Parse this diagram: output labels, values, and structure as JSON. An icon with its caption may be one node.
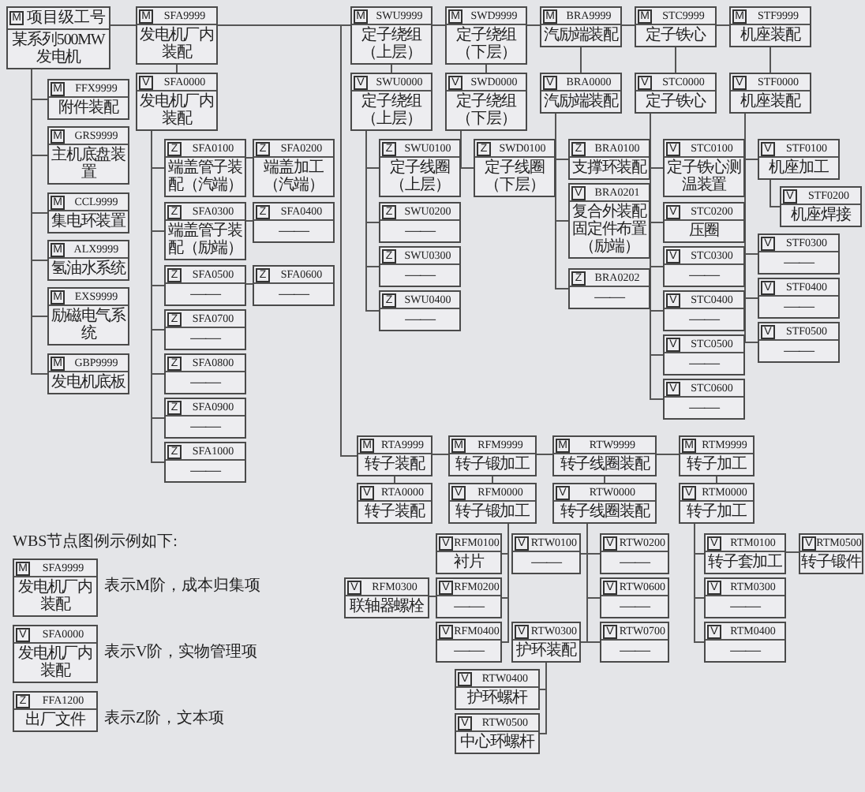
{
  "diagram": {
    "nodes": [
      {
        "text": [
          "M",
          "项目级工号",
          "某系列500MW发电机"
        ]
      },
      {
        "text": [
          "M",
          "SFA9999",
          "发电机厂内装配"
        ]
      },
      {
        "text": [
          "V",
          "SFA0000",
          "发电机厂内装配"
        ]
      },
      {
        "text": [
          "M",
          "FFX9999",
          "附件装配"
        ]
      },
      {
        "text": [
          "M",
          "GRS9999",
          "主机底盘装置"
        ]
      },
      {
        "text": [
          "M",
          "CCL9999",
          "集电环装置"
        ]
      },
      {
        "text": [
          "M",
          "ALX9999",
          "氢油水系统"
        ]
      },
      {
        "text": [
          "M",
          "EXS9999",
          "励磁电气系统"
        ]
      },
      {
        "text": [
          "M",
          "GBP9999",
          "发电机底板"
        ]
      },
      {
        "text": [
          "Z",
          "SFA0100",
          "端盖管子装配（汽端）"
        ]
      },
      {
        "text": [
          "Z",
          "SFA0200",
          "端盖加工（汽端）"
        ]
      },
      {
        "text": [
          "Z",
          "SFA0300",
          "端盖管子装配（励端）"
        ]
      },
      {
        "text": [
          "Z",
          "SFA0400",
          "——"
        ]
      },
      {
        "text": [
          "Z",
          "SFA0500",
          "——"
        ]
      },
      {
        "text": [
          "Z",
          "SFA0600",
          "——"
        ]
      },
      {
        "text": [
          "Z",
          "SFA0700",
          "——"
        ]
      },
      {
        "text": [
          "Z",
          "SFA0800",
          "——"
        ]
      },
      {
        "text": [
          "Z",
          "SFA0900",
          "——"
        ]
      },
      {
        "text": [
          "Z",
          "SFA1000",
          "——"
        ]
      },
      {
        "text": [
          "M",
          "SWU9999",
          "定子绕组（上层）"
        ]
      },
      {
        "text": [
          "V",
          "SWU0000",
          "定子绕组（上层）"
        ]
      },
      {
        "text": [
          "Z",
          "SWU0100",
          "定子线圈（上层）"
        ]
      },
      {
        "text": [
          "Z",
          "SWU0200",
          "——"
        ]
      },
      {
        "text": [
          "Z",
          "SWU0300",
          "——"
        ]
      },
      {
        "text": [
          "Z",
          "SWU0400",
          "——"
        ]
      },
      {
        "text": [
          "M",
          "SWD9999",
          "定子绕组（下层）"
        ]
      },
      {
        "text": [
          "V",
          "SWD0000",
          "定子绕组（下层）"
        ]
      },
      {
        "text": [
          "Z",
          "SWD0100",
          "定子线圈（下层）"
        ]
      },
      {
        "text": [
          "M",
          "BRA9999",
          "汽励端装配"
        ]
      },
      {
        "text": [
          "V",
          "BRA0000",
          "汽励端装配"
        ]
      },
      {
        "text": [
          "Z",
          "BRA0100",
          "支撑环装配"
        ]
      },
      {
        "text": [
          "V",
          "BRA0201",
          "复合外装配固定件布置（励端）"
        ]
      },
      {
        "text": [
          "Z",
          "BRA0202",
          "——"
        ]
      },
      {
        "text": [
          "M",
          "STC9999",
          "定子铁心"
        ]
      },
      {
        "text": [
          "V",
          "STC0000",
          "定子铁心"
        ]
      },
      {
        "text": [
          "V",
          "STC0100",
          "定子铁心测温装置"
        ]
      },
      {
        "text": [
          "V",
          "STC0200",
          "压圈"
        ]
      },
      {
        "text": [
          "V",
          "STC0300",
          "——"
        ]
      },
      {
        "text": [
          "V",
          "STC0400",
          "——"
        ]
      },
      {
        "text": [
          "V",
          "STC0500",
          "——"
        ]
      },
      {
        "text": [
          "V",
          "STC0600",
          "——"
        ]
      },
      {
        "text": [
          "M",
          "STF9999",
          "机座装配"
        ]
      },
      {
        "text": [
          "V",
          "STF0000",
          "机座装配"
        ]
      },
      {
        "text": [
          "V",
          "STF0100",
          "机座加工"
        ]
      },
      {
        "text": [
          "V",
          "STF0200",
          "机座焊接"
        ]
      },
      {
        "text": [
          "V",
          "STF0300",
          "——"
        ]
      },
      {
        "text": [
          "V",
          "STF0400",
          "——"
        ]
      },
      {
        "text": [
          "V",
          "STF0500",
          "——"
        ]
      },
      {
        "text": [
          "M",
          "RTA9999",
          "转子装配"
        ]
      },
      {
        "text": [
          "V",
          "RTA0000",
          "转子装配"
        ]
      },
      {
        "text": [
          "M",
          "RFM9999",
          "转子锻加工"
        ]
      },
      {
        "text": [
          "V",
          "RFM0000",
          "转子锻加工"
        ]
      },
      {
        "text": [
          "V",
          "RFM0100",
          "衬片"
        ]
      },
      {
        "text": [
          "V",
          "RFM0300",
          "联轴器螺栓"
        ]
      },
      {
        "text": [
          "V",
          "RFM0200",
          "——"
        ]
      },
      {
        "text": [
          "V",
          "RFM0400",
          "——"
        ]
      },
      {
        "text": [
          "M",
          "RTW9999",
          "转子线圈装配"
        ]
      },
      {
        "text": [
          "V",
          "RTW0000",
          "转子线圈装配"
        ]
      },
      {
        "text": [
          "V",
          "RTW0100",
          "——"
        ]
      },
      {
        "text": [
          "V",
          "RTW0200",
          "——"
        ]
      },
      {
        "text": [
          "V",
          "RTW0600",
          "——"
        ]
      },
      {
        "text": [
          "V",
          "RTW0300",
          "护环装配"
        ]
      },
      {
        "text": [
          "V",
          "RTW0700",
          "——"
        ]
      },
      {
        "text": [
          "V",
          "RTW0400",
          "护环螺杆"
        ]
      },
      {
        "text": [
          "V",
          "RTW0500",
          "中心环螺杆"
        ]
      },
      {
        "text": [
          "M",
          "RTM9999",
          "转子加工"
        ]
      },
      {
        "text": [
          "V",
          "RTM0000",
          "转子加工"
        ]
      },
      {
        "text": [
          "V",
          "RTM0100",
          "转子套加工"
        ]
      },
      {
        "text": [
          "V",
          "RTM0500",
          "转子锻件"
        ]
      },
      {
        "text": [
          "V",
          "RTM0300",
          "——"
        ]
      },
      {
        "text": [
          "V",
          "RTM0400",
          "——"
        ]
      },
      {
        "text": [
          "M",
          "SFA9999",
          "发电机厂内装配"
        ],
        "beside": [
          "表示M阶，成本归集项"
        ]
      },
      {
        "text": [
          "V",
          "SFA0000",
          "发电机厂内装配"
        ],
        "beside": [
          "表示V阶，实物管理项"
        ]
      },
      {
        "text": [
          "Z",
          "FFA1200",
          "出厂文件"
        ],
        "beside": [
          "表示Z阶，文本项"
        ]
      }
    ],
    "edges": [
      {
        "from": 0,
        "to": 1,
        "arrow": "none"
      },
      {
        "from": 1,
        "to": 19,
        "arrow": "none"
      },
      {
        "from": 19,
        "to": 25,
        "arrow": "none"
      },
      {
        "from": 25,
        "to": 28,
        "arrow": "none"
      },
      {
        "from": 28,
        "to": 33,
        "arrow": "none"
      },
      {
        "from": 33,
        "to": 41,
        "arrow": "none"
      },
      {
        "from": 1,
        "to": 48,
        "arrow": "none"
      },
      {
        "from": 48,
        "to": 50,
        "arrow": "none"
      },
      {
        "from": 50,
        "to": 56,
        "arrow": "none"
      },
      {
        "from": 56,
        "to": 65,
        "arrow": "none"
      },
      {
        "from": 1,
        "to": 2,
        "arrow": "none"
      },
      {
        "from": 19,
        "to": 20,
        "arrow": "none"
      },
      {
        "from": 25,
        "to": 26,
        "arrow": "none"
      },
      {
        "from": 28,
        "to": 29,
        "arrow": "none"
      },
      {
        "from": 33,
        "to": 34,
        "arrow": "none"
      },
      {
        "from": 41,
        "to": 42,
        "arrow": "none"
      },
      {
        "from": 48,
        "to": 49,
        "arrow": "none"
      },
      {
        "from": 50,
        "to": 51,
        "arrow": "none"
      },
      {
        "from": 56,
        "to": 57,
        "arrow": "none"
      },
      {
        "from": 65,
        "to": 66,
        "arrow": "none"
      },
      {
        "from": 0,
        "to": 3,
        "arrow": "none"
      },
      {
        "from": 0,
        "to": 4,
        "arrow": "none"
      },
      {
        "from": 0,
        "to": 5,
        "arrow": "none"
      },
      {
        "from": 0,
        "to": 6,
        "arrow": "none"
      },
      {
        "from": 0,
        "to": 7,
        "arrow": "none"
      },
      {
        "from": 0,
        "to": 8,
        "arrow": "none"
      },
      {
        "from": 2,
        "to": 9,
        "arrow": "none"
      },
      {
        "from": 2,
        "to": 11,
        "arrow": "none"
      },
      {
        "from": 2,
        "to": 13,
        "arrow": "none"
      },
      {
        "from": 2,
        "to": 15,
        "arrow": "none"
      },
      {
        "from": 2,
        "to": 16,
        "arrow": "none"
      },
      {
        "from": 2,
        "to": 17,
        "arrow": "none"
      },
      {
        "from": 2,
        "to": 18,
        "arrow": "none"
      },
      {
        "from": 9,
        "to": 10,
        "arrow": "none"
      },
      {
        "from": 11,
        "to": 12,
        "arrow": "none"
      },
      {
        "from": 13,
        "to": 14,
        "arrow": "none"
      },
      {
        "from": 20,
        "to": 21,
        "arrow": "none"
      },
      {
        "from": 20,
        "to": 22,
        "arrow": "none"
      },
      {
        "from": 20,
        "to": 23,
        "arrow": "none"
      },
      {
        "from": 20,
        "to": 24,
        "arrow": "none"
      },
      {
        "from": 26,
        "to": 27,
        "arrow": "none"
      },
      {
        "from": 29,
        "to": 30,
        "arrow": "none"
      },
      {
        "from": 29,
        "to": 31,
        "arrow": "none"
      },
      {
        "from": 29,
        "to": 32,
        "arrow": "none"
      },
      {
        "from": 34,
        "to": 35,
        "arrow": "none"
      },
      {
        "from": 34,
        "to": 36,
        "arrow": "none"
      },
      {
        "from": 34,
        "to": 37,
        "arrow": "none"
      },
      {
        "from": 34,
        "to": 38,
        "arrow": "none"
      },
      {
        "from": 34,
        "to": 39,
        "arrow": "none"
      },
      {
        "from": 34,
        "to": 40,
        "arrow": "none"
      },
      {
        "from": 42,
        "to": 43,
        "arrow": "none"
      },
      {
        "from": 42,
        "to": 45,
        "arrow": "none"
      },
      {
        "from": 42,
        "to": 46,
        "arrow": "none"
      },
      {
        "from": 42,
        "to": 47,
        "arrow": "none"
      },
      {
        "from": 43,
        "to": 44,
        "arrow": "none"
      },
      {
        "from": 51,
        "to": 52,
        "arrow": "none"
      },
      {
        "from": 51,
        "to": 54,
        "arrow": "none"
      },
      {
        "from": 51,
        "to": 55,
        "arrow": "none"
      },
      {
        "from": 54,
        "to": 53,
        "arrow": "none"
      },
      {
        "from": 57,
        "to": 58,
        "arrow": "none"
      },
      {
        "from": 57,
        "to": 59,
        "arrow": "none"
      },
      {
        "from": 57,
        "to": 60,
        "arrow": "none"
      },
      {
        "from": 57,
        "to": 61,
        "arrow": "none"
      },
      {
        "from": 57,
        "to": 62,
        "arrow": "none"
      },
      {
        "from": 61,
        "to": 63,
        "arrow": "none"
      },
      {
        "from": 61,
        "to": 64,
        "arrow": "none"
      },
      {
        "from": 66,
        "to": 67,
        "arrow": "none"
      },
      {
        "from": 66,
        "to": 69,
        "arrow": "none"
      },
      {
        "from": 66,
        "to": 70,
        "arrow": "none"
      },
      {
        "from": 67,
        "to": 68,
        "arrow": "none"
      }
    ],
    "labels": [
      "WBS节点图例示例如下:"
    ]
  }
}
